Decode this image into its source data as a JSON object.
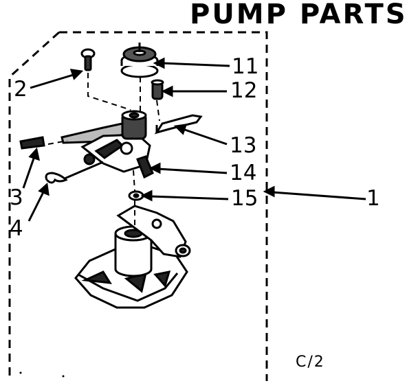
{
  "diagram": {
    "title": "PUMP PARTS",
    "labels": {
      "p1": "1",
      "p2": "2",
      "p3": "3",
      "p4": "4",
      "p11": "11",
      "p12": "12",
      "p13": "13",
      "p14": "14",
      "p15": "15"
    },
    "code": "C/2"
  }
}
